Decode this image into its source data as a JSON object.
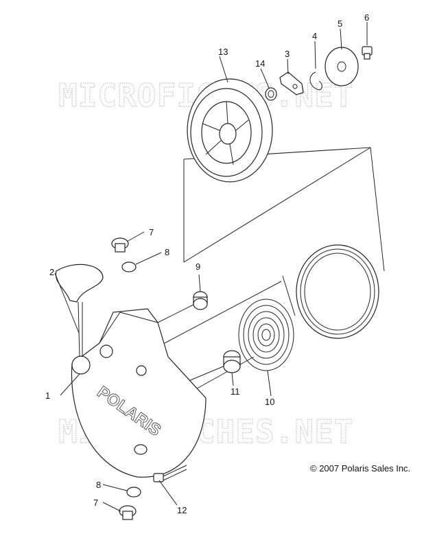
{
  "watermarks": [
    "MICROFICHES.NET",
    "MICROFICHES.NET"
  ],
  "copyright": "© 2007 Polaris Sales Inc.",
  "cover_logo": "POLARIS",
  "callouts": [
    "1",
    "2",
    "3",
    "4",
    "5",
    "6",
    "7",
    "7",
    "8",
    "8",
    "9",
    "10",
    "11",
    "12",
    "13",
    "14"
  ]
}
